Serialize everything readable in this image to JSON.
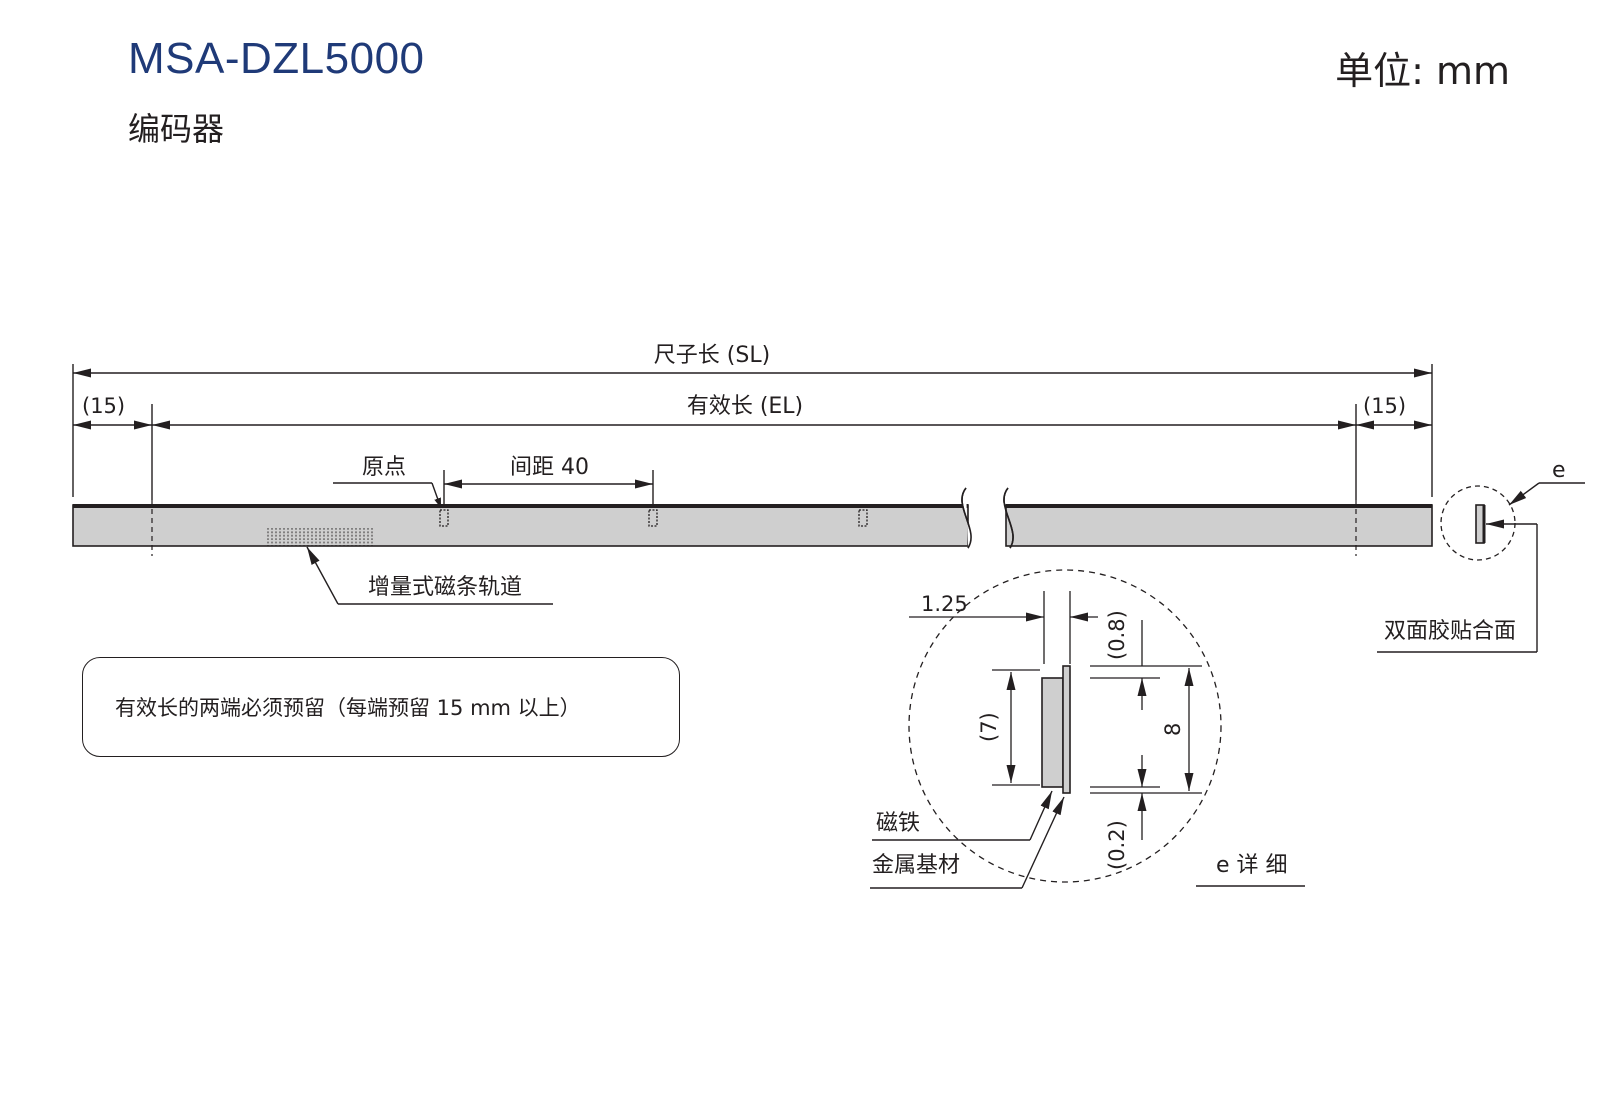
{
  "header": {
    "model": "MSA-DZL5000",
    "subtitle": "编码器",
    "unit": "单位: mm"
  },
  "drawing": {
    "scale_length": "尺子长 (SL)",
    "effective_length": "有效长 (EL)",
    "margin_left": "(15)",
    "margin_right": "(15)",
    "origin": "原点",
    "pitch": "间距 40",
    "track": "增量式磁条轨道",
    "detail_marker": "e",
    "adhesive": "双面胶贴合面"
  },
  "detail": {
    "dim_thickness": "1.25",
    "dim_top_gap": "(0.8)",
    "dim_magnet_height": "(7)",
    "dim_total_height": "8",
    "dim_bottom_gap": "(0.2)",
    "magnet": "磁铁",
    "base_metal": "金属基材",
    "caption": "e 详 细"
  },
  "note": {
    "text": "有效长的两端必须预留（每端预留 15 mm 以上）"
  },
  "colors": {
    "title": "#1f3a78",
    "strip_fill": "#cfcfcf",
    "line": "#231f20"
  }
}
